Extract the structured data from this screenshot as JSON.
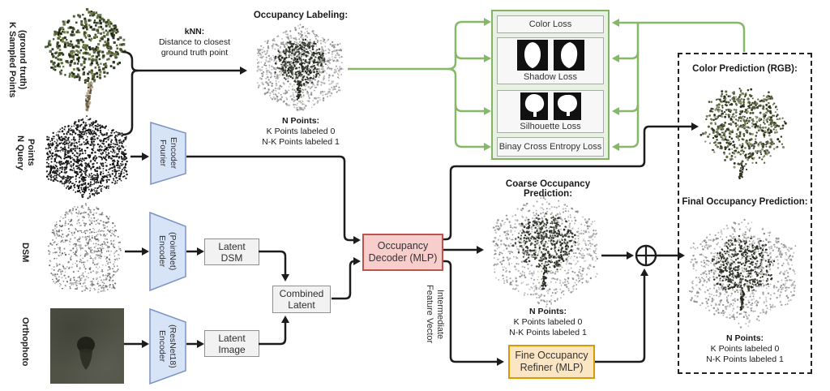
{
  "inputs": {
    "sampled": {
      "line1": "K Sampled Points",
      "line2": "(ground truth)"
    },
    "query": {
      "line1": "N Query",
      "line2": "Points"
    },
    "dsm": {
      "label": "DSM"
    },
    "ortho": {
      "label": "Orthophoto"
    }
  },
  "knn": {
    "title": "kNN:",
    "line1": "Distance to closest",
    "line2": "ground truth point"
  },
  "encoders": {
    "fourier": {
      "line1": "Fourier",
      "line2": "Encoder"
    },
    "pointnet": {
      "line1": "Encoder",
      "line2": "(PointNet)"
    },
    "resnet": {
      "line1": "Encoder",
      "line2": "(ResNet18)"
    }
  },
  "latent": {
    "dsm": {
      "line1": "Latent",
      "line2": "DSM"
    },
    "image": {
      "line1": "Latent",
      "line2": "Image"
    },
    "combined": {
      "line1": "Combined",
      "line2": "Latent"
    }
  },
  "decoder": {
    "line1": "Occupancy",
    "line2": "Decoder (MLP)"
  },
  "intermediate": {
    "line1": "Intermediate",
    "line2": "Feature Vector"
  },
  "refiner": {
    "line1": "Fine Occupancy",
    "line2": "Refiner (MLP)"
  },
  "losses": {
    "color": "Color Loss",
    "shadow": "Shadow Loss",
    "silhouette": "Silhouette Loss",
    "bce": "Binay Cross Entropy Loss"
  },
  "occupancy_labeling": {
    "title": "Occupancy Labeling:",
    "caption_title": "N Points:",
    "caption_line1": "K Points labeled 0",
    "caption_line2": "N-K Points labeled 1"
  },
  "coarse": {
    "title": "Coarse Occupancy Prediction:",
    "caption_title": "N Points:",
    "caption_line1": "K Points labeled 0",
    "caption_line2": "N-K Points labeled 1"
  },
  "color_prediction": {
    "title": "Color Prediction (RGB):"
  },
  "final": {
    "title": "Final Occupancy Prediction:",
    "caption_title": "N Points:",
    "caption_line1": "K Points labeled 0",
    "caption_line2": "N-K Points labeled 1"
  },
  "colors": {
    "arrow_black": "#1c1c1c",
    "arrow_green": "#85b867",
    "loss_panel_bg": "#e8f2e3",
    "loss_panel_border": "#82b366",
    "encoder_fill": "#d7e4f7",
    "encoder_border": "#7a93c4",
    "decoder_fill": "#f8cecc",
    "decoder_border": "#bf544f",
    "refiner_fill": "#fbe5c3",
    "refiner_border": "#d79b00",
    "latent_fill": "#f2f2f2",
    "latent_border": "#8f8f8f"
  }
}
